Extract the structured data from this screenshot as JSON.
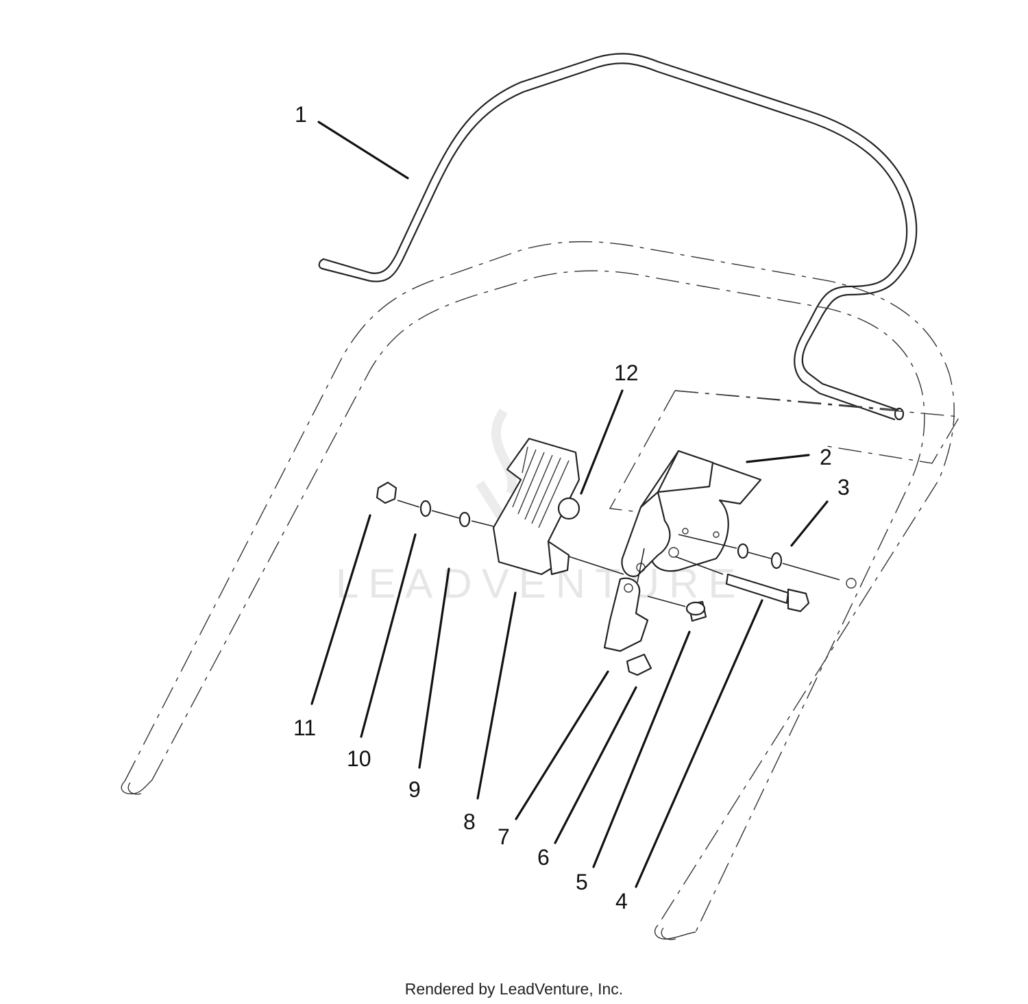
{
  "diagram": {
    "callouts": [
      "1",
      "2",
      "3",
      "4",
      "5",
      "6",
      "7",
      "8",
      "9",
      "10",
      "11",
      "12"
    ],
    "watermark": "LEADVENTURE",
    "footer": "Rendered by LeadVenture, Inc."
  }
}
